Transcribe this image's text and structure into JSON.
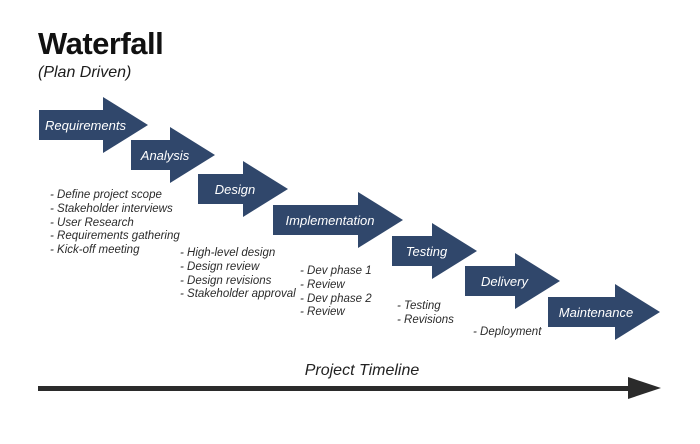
{
  "header": {
    "title": "Waterfall",
    "subtitle": "(Plan Driven)"
  },
  "timeline": {
    "label": "Project Timeline"
  },
  "colors": {
    "arrow_fill": "#30476b",
    "arrow_text": "#ffffff",
    "body_text": "#2b2b2b",
    "timeline_arrow": "#2b2b2b"
  },
  "stages": [
    {
      "label": "Requirements",
      "notes": [
        "- Define project scope",
        "- Stakeholder interviews",
        "- User Research",
        "- Requirements gathering",
        "- Kick-off meeting"
      ]
    },
    {
      "label": "Analysis",
      "notes": []
    },
    {
      "label": "Design",
      "notes": [
        "- High-level design",
        "- Design review",
        "- Design revisions",
        "- Stakeholder approval"
      ]
    },
    {
      "label": "Implementation",
      "notes": [
        "- Dev phase 1",
        "- Review",
        "- Dev phase 2",
        "- Review"
      ]
    },
    {
      "label": "Testing",
      "notes": [
        "- Testing",
        "- Revisions"
      ]
    },
    {
      "label": "Delivery",
      "notes": [
        "- Deployment"
      ]
    },
    {
      "label": "Maintenance",
      "notes": []
    }
  ]
}
